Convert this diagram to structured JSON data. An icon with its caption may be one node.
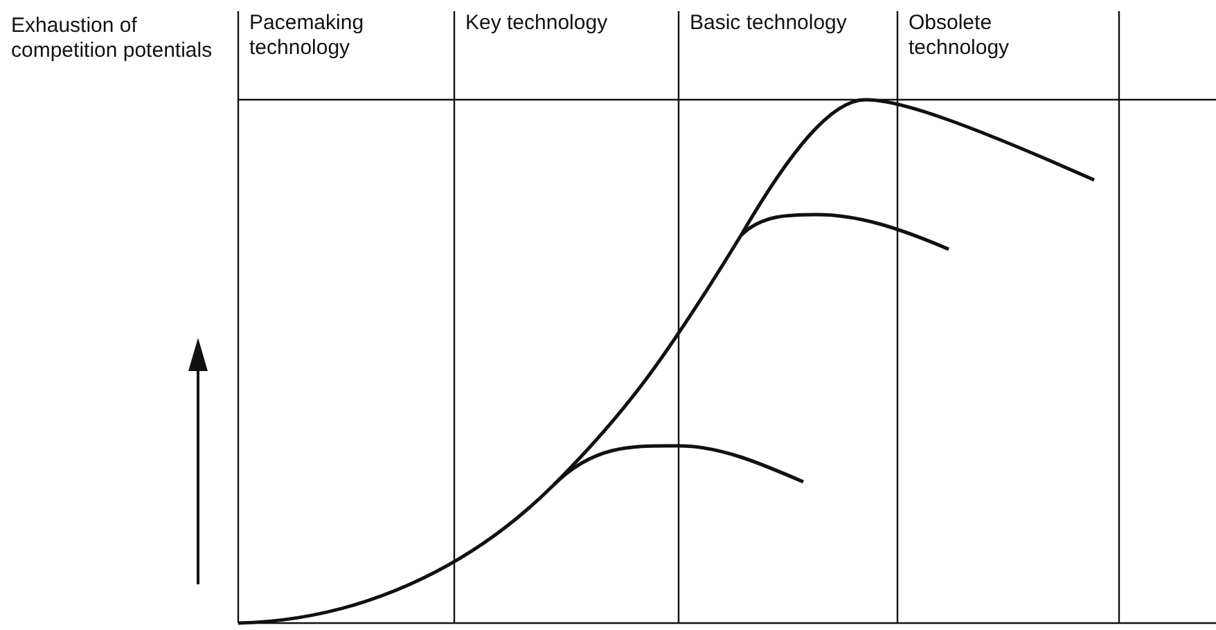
{
  "diagram": {
    "labels": [
      "Exhaustion of competition potentials",
      "Pacemaking technology",
      "Key technology",
      "Basic technology",
      "Obsolete technology"
    ]
  }
}
